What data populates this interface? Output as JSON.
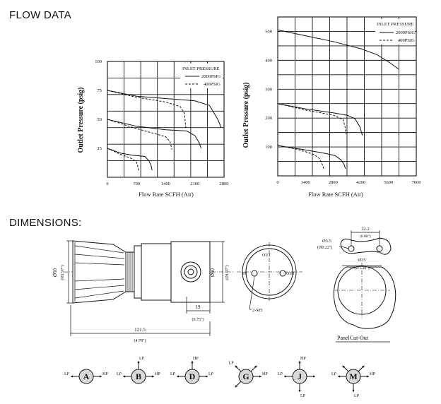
{
  "sections": {
    "flow_title": "FLOW DATA",
    "dimensions_title": "DIMENSIONS:"
  },
  "chart_data": [
    {
      "type": "line",
      "ylabel": "Outlet Pressure (psig)",
      "xlabel": "Flow Rate SCFH  (Air)",
      "xlim": [
        0,
        2800
      ],
      "ylim": [
        0,
        100
      ],
      "x_ticks": [
        "0",
        "700",
        "1400",
        "2100",
        "2800"
      ],
      "y_ticks": [
        "100",
        "75",
        "50",
        "25"
      ],
      "grid": true,
      "legend": {
        "title": "INLET PRESSURE",
        "entries": [
          "2000PSIG",
          "400PSIG"
        ],
        "placement": "top-right"
      },
      "series": [
        {
          "name": "2000PSIG",
          "setpoint": 75,
          "points": [
            [
              0,
              75
            ],
            [
              700,
              70
            ],
            [
              1400,
              68
            ],
            [
              2100,
              66
            ],
            [
              2450,
              62
            ],
            [
              2650,
              50
            ],
            [
              2730,
              43
            ]
          ]
        },
        {
          "name": "400PSIG",
          "setpoint": 75,
          "points": [
            [
              0,
              75
            ],
            [
              700,
              69
            ],
            [
              1400,
              65
            ],
            [
              1750,
              61
            ],
            [
              1850,
              55
            ],
            [
              1880,
              43
            ]
          ]
        },
        {
          "name": "2000PSIG",
          "setpoint": 50,
          "points": [
            [
              0,
              50
            ],
            [
              700,
              44
            ],
            [
              1400,
              41
            ],
            [
              1900,
              40
            ],
            [
              2100,
              36
            ],
            [
              2200,
              30
            ],
            [
              2250,
              25
            ]
          ]
        },
        {
          "name": "400PSIG",
          "setpoint": 50,
          "points": [
            [
              0,
              50
            ],
            [
              700,
              42
            ],
            [
              1200,
              37
            ],
            [
              1400,
              35
            ],
            [
              1500,
              31
            ],
            [
              1550,
              24
            ]
          ]
        },
        {
          "name": "2000PSIG",
          "setpoint": 25,
          "points": [
            [
              0,
              25
            ],
            [
              300,
              21
            ],
            [
              600,
              19
            ],
            [
              900,
              18
            ],
            [
              1000,
              14
            ],
            [
              1050,
              10
            ],
            [
              1070,
              6
            ]
          ]
        },
        {
          "name": "400PSIG",
          "setpoint": 25,
          "points": [
            [
              0,
              25
            ],
            [
              300,
              20
            ],
            [
              600,
              16
            ],
            [
              700,
              13
            ],
            [
              740,
              8
            ],
            [
              760,
              5
            ]
          ]
        }
      ]
    },
    {
      "type": "line",
      "ylabel": "Outlet Pressure (psig)",
      "xlabel": "Flow Rate SCFH  (Air)",
      "xlim": [
        0,
        7000
      ],
      "ylim": [
        0,
        550
      ],
      "x_ticks": [
        "0",
        "1400",
        "2800",
        "4200",
        "5600",
        "7000"
      ],
      "y_ticks": [
        "500",
        "400",
        "300",
        "200",
        "100"
      ],
      "grid": true,
      "legend": {
        "title": "INLET PRESSURE",
        "entries": [
          "2000PSIG",
          "400PSIG"
        ],
        "placement": "top-right"
      },
      "series": [
        {
          "name": "2000PSIG",
          "setpoint": 500,
          "points": [
            [
              0,
              505
            ],
            [
              1400,
              485
            ],
            [
              2800,
              465
            ],
            [
              4200,
              440
            ],
            [
              5000,
              420
            ],
            [
              5700,
              390
            ],
            [
              6100,
              370
            ]
          ]
        },
        {
          "name": "2000PSIG",
          "setpoint": 250,
          "points": [
            [
              0,
              250
            ],
            [
              1400,
              232
            ],
            [
              2800,
              218
            ],
            [
              3500,
              210
            ],
            [
              3900,
              198
            ],
            [
              4150,
              170
            ],
            [
              4280,
              140
            ]
          ]
        },
        {
          "name": "400PSIG",
          "setpoint": 250,
          "points": [
            [
              0,
              250
            ],
            [
              1400,
              228
            ],
            [
              2800,
              210
            ],
            [
              3300,
              195
            ],
            [
              3400,
              170
            ],
            [
              3450,
              145
            ]
          ]
        },
        {
          "name": "2000PSIG",
          "setpoint": 100,
          "points": [
            [
              0,
              105
            ],
            [
              1400,
              90
            ],
            [
              2400,
              78
            ],
            [
              2900,
              70
            ],
            [
              3200,
              55
            ],
            [
              3350,
              40
            ],
            [
              3420,
              25
            ]
          ]
        },
        {
          "name": "400PSIG",
          "setpoint": 100,
          "points": [
            [
              0,
              105
            ],
            [
              1000,
              92
            ],
            [
              1800,
              75
            ],
            [
              2100,
              60
            ],
            [
              2250,
              40
            ],
            [
              2350,
              20
            ]
          ]
        }
      ]
    }
  ],
  "dimensions": {
    "height_mm": "Ø50",
    "height_in": "(Ø1.97\")",
    "body_h_mm": "Ø50",
    "body_h_in": "(Ø1.97\")",
    "length_mm": "121.5",
    "length_in": "(4.78\")",
    "port_mm": "19",
    "port_in": "(0.75\")",
    "thread": "2-M5",
    "hole_mm": "Ø5.5",
    "hole_in": "(Ø0.22\")",
    "spacing_mm": "22.2",
    "spacing_in": "(0.88\")",
    "cutout_mm": "Ø35",
    "cutout_in": "(Ø1.38\")",
    "panel_label": "PanelCut-Out",
    "in_label": "IN",
    "out_label": "OUT",
    "out_label2": "OUT"
  },
  "port_configs": [
    {
      "letter": "A",
      "labels": [
        "LP",
        "HP"
      ]
    },
    {
      "letter": "B",
      "labels": [
        "LP",
        "LP",
        "HP"
      ]
    },
    {
      "letter": "D",
      "labels": [
        "LP",
        "HP",
        "LP"
      ]
    },
    {
      "letter": "G",
      "labels": [
        "LP",
        "HP"
      ]
    },
    {
      "letter": "J",
      "labels": [
        "LP",
        "HP",
        "LP"
      ]
    },
    {
      "letter": "M",
      "labels": [
        "LP",
        "HP",
        "LP"
      ]
    }
  ]
}
